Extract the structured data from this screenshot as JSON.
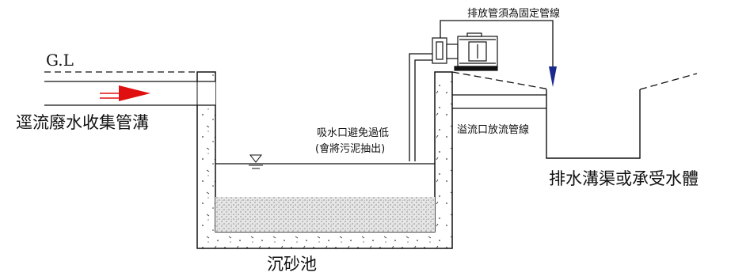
{
  "labels": {
    "ground_level": "G.L",
    "inlet": "逕流廢水收集管溝",
    "discharge_pipe_note": "排放管須為固定管線",
    "suction_note_line1": "吸水口避免過低",
    "suction_note_line2": "(會將污泥抽出)",
    "overflow_pipe": "溢流口放流管線",
    "receiving_water": "排水溝渠或承受水體",
    "basin": "沉砂池"
  },
  "colors": {
    "line": "#111111",
    "inflow_arrow": "#e01010",
    "discharge_arrow": "#1a2a8c",
    "sediment": "#bdbdbd"
  },
  "icons": {
    "pump": "pump-motor-icon",
    "water_level": "water-level-triangle-icon"
  }
}
